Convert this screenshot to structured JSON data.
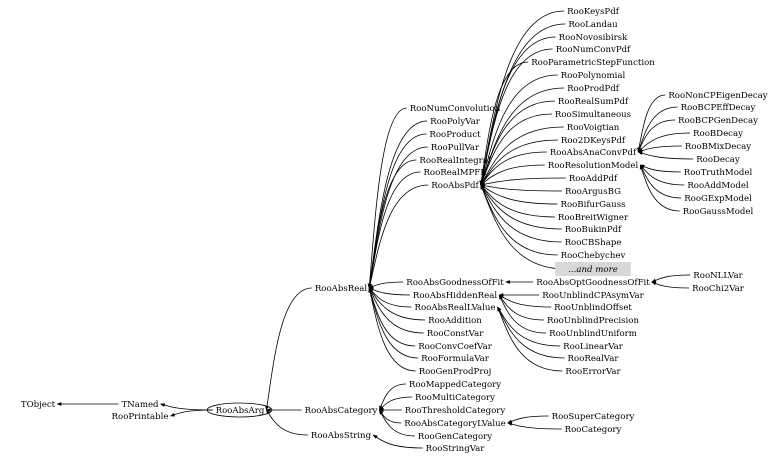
{
  "title": "",
  "nodes": {
    "TObject": "TObject",
    "TNamed": "TNamed",
    "RooPrintable": "RooPrintable",
    "RooAbsArg": "RooAbsArg",
    "RooAbsReal": "RooAbsReal",
    "RooAbsCategory": "RooAbsCategory",
    "RooAbsString": "RooAbsString",
    "RooStringVar": "RooStringVar",
    "RooNumConvolution": "RooNumConvolution",
    "RooPolyVar": "RooPolyVar",
    "RooProduct": "RooProduct",
    "RooPullVar": "RooPullVar",
    "RooRealIntegral": "RooRealIntegral",
    "RooRealMPFE": "RooRealMPFE",
    "RooAbsPdf": "RooAbsPdf",
    "RooAbsGoodnessOfFit": "RooAbsGoodnessOfFit",
    "RooAbsHiddenReal": "RooAbsHiddenReal",
    "RooAbsRealLValue": "RooAbsRealLValue",
    "RooAddition": "RooAddition",
    "RooConstVar": "RooConstVar",
    "RooConvCoefVar": "RooConvCoefVar",
    "RooFormulaVar": "RooFormulaVar",
    "RooGenProdProj": "RooGenProdProj",
    "RooKeysPdf": "RooKeysPdf",
    "RooLandau": "RooLandau",
    "RooNovosibirsk": "RooNovosibirsk",
    "RooNumConvPdf": "RooNumConvPdf",
    "RooParametricStepFunction": "RooParametricStepFunction",
    "RooPolynomial": "RooPolynomial",
    "RooProdPdf": "RooProdPdf",
    "RooRealSumPdf": "RooRealSumPdf",
    "RooSimultaneous": "RooSimultaneous",
    "RooVoigtian": "RooVoigtian",
    "Roo2DKeysPdf": "Roo2DKeysPdf",
    "RooAbsAnaConvPdf": "RooAbsAnaConvPdf",
    "RooResolutionModel": "RooResolutionModel",
    "RooAddPdf": "RooAddPdf",
    "RooArgusBG": "RooArgusBG",
    "RooBifurGauss": "RooBifurGauss",
    "RooBreitWigner": "RooBreitWigner",
    "RooBukinPdf": "RooBukinPdf",
    "RooCBShape": "RooCBShape",
    "RooChebychev": "RooChebychev",
    "AndMore": "...and more",
    "RooNonCPEigenDecay": "RooNonCPEigenDecay",
    "RooBCPEffDecay": "RooBCPEffDecay",
    "RooBCPGenDecay": "RooBCPGenDecay",
    "RooBDecay": "RooBDecay",
    "RooBMixDecay": "RooBMixDecay",
    "RooDecay": "RooDecay",
    "RooTruthModel": "RooTruthModel",
    "RooAddModel": "RooAddModel",
    "RooGExpModel": "RooGExpModel",
    "RooGaussModel": "RooGaussModel",
    "RooAbsOptGoodnessOfFit": "RooAbsOptGoodnessOfFit",
    "RooNLLVar": "RooNLLVar",
    "RooChi2Var": "RooChi2Var",
    "RooUnblindCPAsymVar": "RooUnblindCPAsymVar",
    "RooUnblindOffset": "RooUnblindOffset",
    "RooUnblindPrecision": "RooUnblindPrecision",
    "RooUnblindUniform": "RooUnblindUniform",
    "RooLinearVar": "RooLinearVar",
    "RooRealVar": "RooRealVar",
    "RooErrorVar": "RooErrorVar",
    "RooMappedCategory": "RooMappedCategory",
    "RooMultiCategory": "RooMultiCategory",
    "RooThresholdCategory": "RooThresholdCategory",
    "RooAbsCategoryLValue": "RooAbsCategoryLValue",
    "RooGenCategory": "RooGenCategory",
    "RooSuperCategory": "RooSuperCategory",
    "RooCategory": "RooCategory"
  },
  "edges": [
    [
      "TNamed",
      "TObject"
    ],
    [
      "RooAbsArg",
      "TNamed"
    ],
    [
      "RooAbsArg",
      "RooPrintable"
    ],
    [
      "RooAbsReal",
      "RooAbsArg"
    ],
    [
      "RooAbsCategory",
      "RooAbsArg"
    ],
    [
      "RooAbsString",
      "RooAbsArg"
    ],
    [
      "RooStringVar",
      "RooAbsString"
    ],
    [
      "RooNumConvolution",
      "RooAbsReal"
    ],
    [
      "RooPolyVar",
      "RooAbsReal"
    ],
    [
      "RooProduct",
      "RooAbsReal"
    ],
    [
      "RooPullVar",
      "RooAbsReal"
    ],
    [
      "RooRealIntegral",
      "RooAbsReal"
    ],
    [
      "RooRealMPFE",
      "RooAbsReal"
    ],
    [
      "RooAbsPdf",
      "RooAbsReal"
    ],
    [
      "RooAbsGoodnessOfFit",
      "RooAbsReal"
    ],
    [
      "RooAbsHiddenReal",
      "RooAbsReal"
    ],
    [
      "RooAbsRealLValue",
      "RooAbsReal"
    ],
    [
      "RooAddition",
      "RooAbsReal"
    ],
    [
      "RooConstVar",
      "RooAbsReal"
    ],
    [
      "RooConvCoefVar",
      "RooAbsReal"
    ],
    [
      "RooFormulaVar",
      "RooAbsReal"
    ],
    [
      "RooGenProdProj",
      "RooAbsReal"
    ],
    [
      "RooKeysPdf",
      "RooAbsPdf"
    ],
    [
      "RooLandau",
      "RooAbsPdf"
    ],
    [
      "RooNovosibirsk",
      "RooAbsPdf"
    ],
    [
      "RooNumConvPdf",
      "RooAbsPdf"
    ],
    [
      "RooParametricStepFunction",
      "RooAbsPdf"
    ],
    [
      "RooPolynomial",
      "RooAbsPdf"
    ],
    [
      "RooProdPdf",
      "RooAbsPdf"
    ],
    [
      "RooRealSumPdf",
      "RooAbsPdf"
    ],
    [
      "RooSimultaneous",
      "RooAbsPdf"
    ],
    [
      "RooVoigtian",
      "RooAbsPdf"
    ],
    [
      "Roo2DKeysPdf",
      "RooAbsPdf"
    ],
    [
      "RooAbsAnaConvPdf",
      "RooAbsPdf"
    ],
    [
      "RooResolutionModel",
      "RooAbsPdf"
    ],
    [
      "RooAddPdf",
      "RooAbsPdf"
    ],
    [
      "RooArgusBG",
      "RooAbsPdf"
    ],
    [
      "RooBifurGauss",
      "RooAbsPdf"
    ],
    [
      "RooBreitWigner",
      "RooAbsPdf"
    ],
    [
      "RooBukinPdf",
      "RooAbsPdf"
    ],
    [
      "RooCBShape",
      "RooAbsPdf"
    ],
    [
      "RooChebychev",
      "RooAbsPdf"
    ],
    [
      "AndMore",
      "RooAbsPdf"
    ],
    [
      "RooNonCPEigenDecay",
      "RooAbsAnaConvPdf"
    ],
    [
      "RooBCPEffDecay",
      "RooAbsAnaConvPdf"
    ],
    [
      "RooBCPGenDecay",
      "RooAbsAnaConvPdf"
    ],
    [
      "RooBDecay",
      "RooAbsAnaConvPdf"
    ],
    [
      "RooBMixDecay",
      "RooAbsAnaConvPdf"
    ],
    [
      "RooDecay",
      "RooAbsAnaConvPdf"
    ],
    [
      "RooTruthModel",
      "RooResolutionModel"
    ],
    [
      "RooAddModel",
      "RooResolutionModel"
    ],
    [
      "RooGExpModel",
      "RooResolutionModel"
    ],
    [
      "RooGaussModel",
      "RooResolutionModel"
    ],
    [
      "RooAbsOptGoodnessOfFit",
      "RooAbsGoodnessOfFit"
    ],
    [
      "RooNLLVar",
      "RooAbsOptGoodnessOfFit"
    ],
    [
      "RooChi2Var",
      "RooAbsOptGoodnessOfFit"
    ],
    [
      "RooUnblindCPAsymVar",
      "RooAbsHiddenReal"
    ],
    [
      "RooUnblindOffset",
      "RooAbsHiddenReal"
    ],
    [
      "RooUnblindPrecision",
      "RooAbsHiddenReal"
    ],
    [
      "RooUnblindUniform",
      "RooAbsHiddenReal"
    ],
    [
      "RooLinearVar",
      "RooAbsRealLValue"
    ],
    [
      "RooRealVar",
      "RooAbsRealLValue"
    ],
    [
      "RooErrorVar",
      "RooAbsRealLValue"
    ],
    [
      "RooMappedCategory",
      "RooAbsCategory"
    ],
    [
      "RooMultiCategory",
      "RooAbsCategory"
    ],
    [
      "RooThresholdCategory",
      "RooAbsCategory"
    ],
    [
      "RooAbsCategoryLValue",
      "RooAbsCategory"
    ],
    [
      "RooGenCategory",
      "RooAbsCategory"
    ],
    [
      "RooSuperCategory",
      "RooAbsCategoryLValue"
    ],
    [
      "RooCategory",
      "RooAbsCategoryLValue"
    ]
  ],
  "highlight_node": "AndMore",
  "ellipse_node": "RooAbsArg"
}
